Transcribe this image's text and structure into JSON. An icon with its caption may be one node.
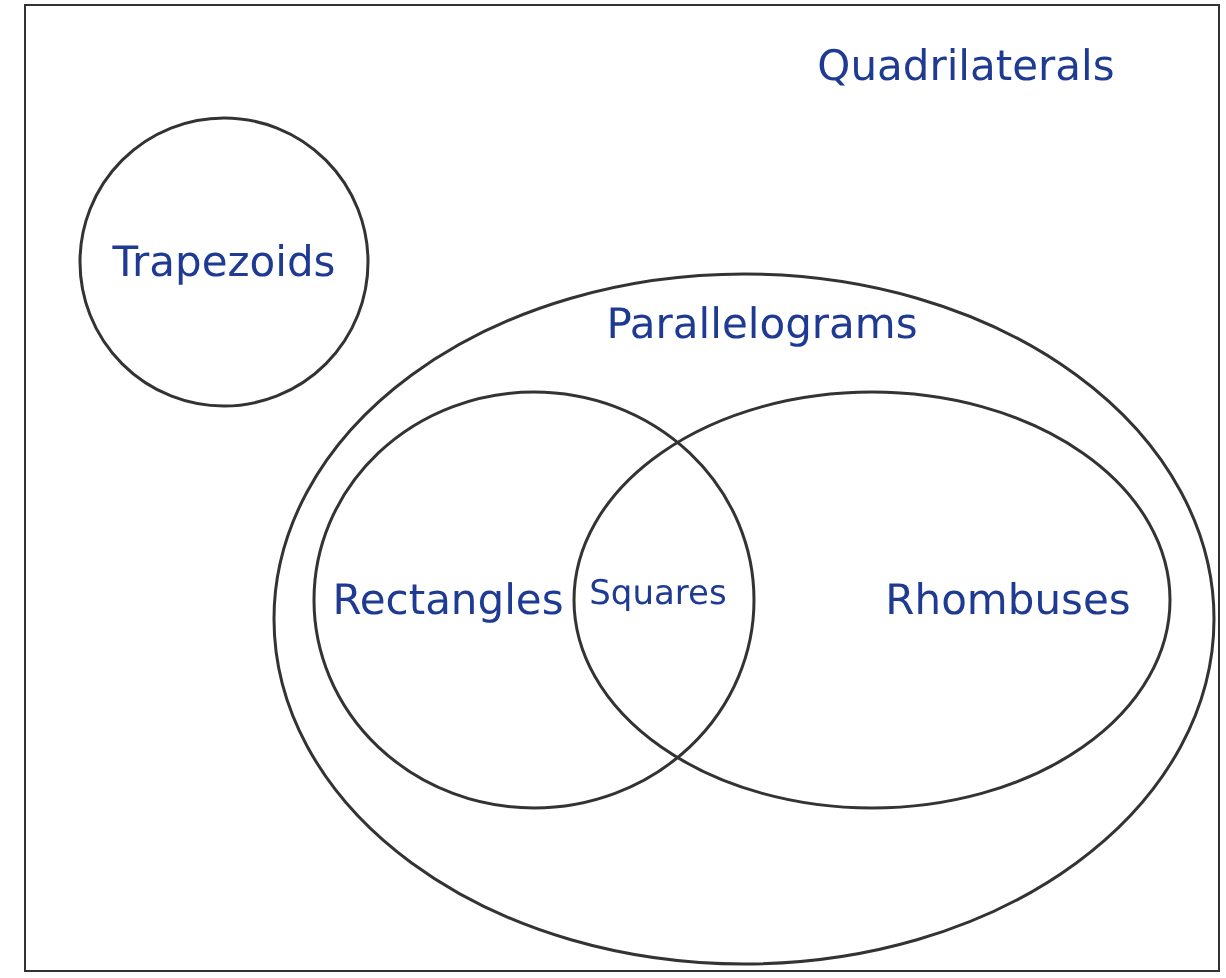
{
  "diagram": {
    "nodes": [
      {
        "text": [
          "Quadrilaterals"
        ]
      },
      {
        "text": [
          "Trapezoids"
        ],
        "in": 0
      },
      {
        "text": [
          "Parallelograms"
        ],
        "in": 0
      },
      {
        "text": [
          "Rectangles"
        ],
        "in": 2
      },
      {
        "text": [
          "Rhombuses"
        ],
        "in": 2
      }
    ],
    "labels": [
      "Squares"
    ]
  }
}
